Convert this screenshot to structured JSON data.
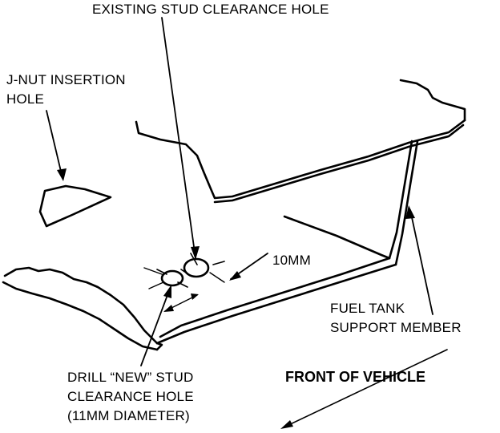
{
  "labels": {
    "existing_hole": "EXISTING STUD CLEARANCE HOLE",
    "jnut_line1": "J-NUT INSERTION",
    "jnut_line2": "HOLE",
    "dimension": "10MM",
    "fuel_line1": "FUEL TANK",
    "fuel_line2": "SUPPORT MEMBER",
    "drill_line1": "DRILL “NEW” STUD",
    "drill_line2": "CLEARANCE HOLE",
    "drill_line3": "(11MM DIAMETER)",
    "front": "FRONT OF VEHICLE"
  },
  "colors": {
    "ink": "#000000",
    "paper": "#ffffff"
  }
}
